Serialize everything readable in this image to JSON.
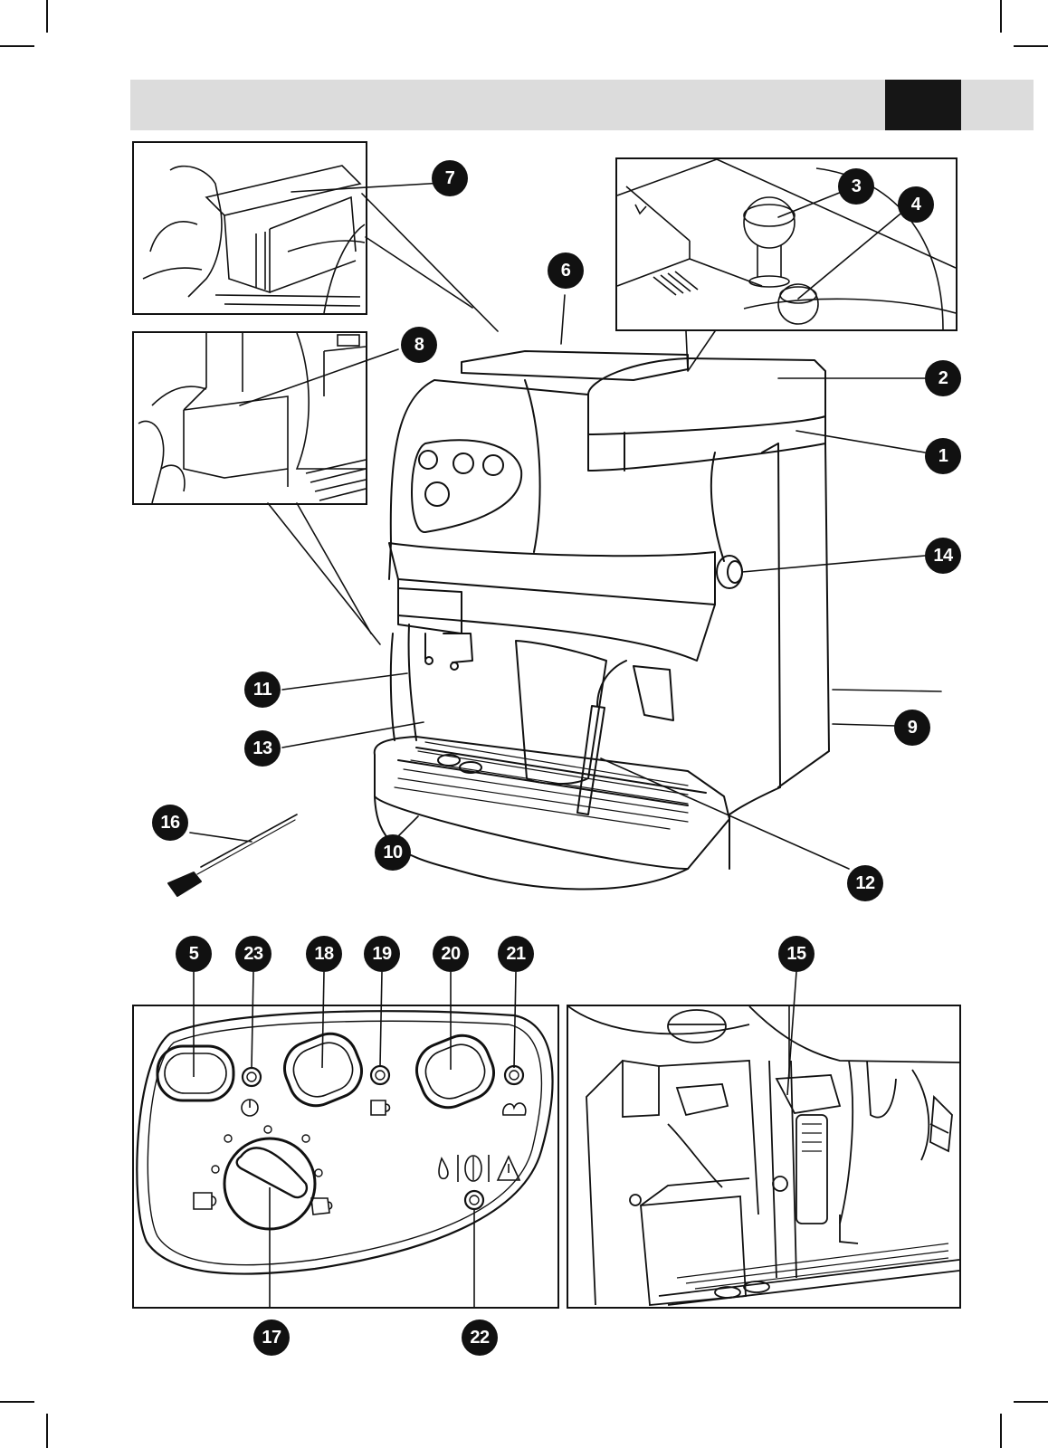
{
  "callouts": {
    "c1": "1",
    "c2": "2",
    "c3": "3",
    "c4": "4",
    "c5": "5",
    "c6": "6",
    "c7": "7",
    "c8": "8",
    "c9": "9",
    "c10": "10",
    "c11": "11",
    "c12": "12",
    "c13": "13",
    "c14": "14",
    "c15": "15",
    "c16": "16",
    "c17": "17",
    "c18": "18",
    "c19": "19",
    "c20": "20",
    "c21": "21",
    "c22": "22",
    "c23": "23"
  },
  "colors": {
    "ink": "#111111",
    "header_bar": "#dcdcdc",
    "header_tab": "#161616"
  },
  "icons": [
    "power-symbol",
    "cup-icon",
    "steam-icon",
    "water-drop-icon",
    "coffee-bean-icon",
    "warning-triangle-icon"
  ]
}
